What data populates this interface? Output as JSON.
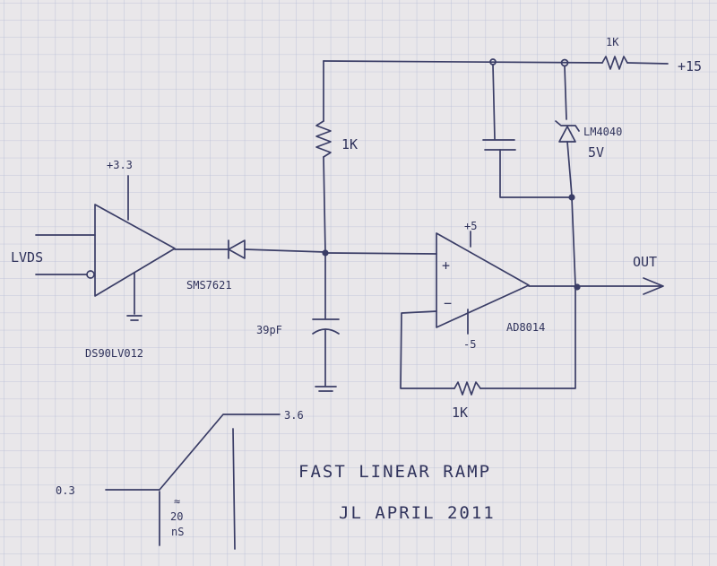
{
  "labels": {
    "lvds": "LVDS",
    "vcc_33": "+3.3",
    "receiver": "DS90LV012",
    "diode": "SMS7621",
    "cap_39": "39pF",
    "r_pullup": "1K",
    "r_top": "1K",
    "v_plus15": "+15",
    "zener": "LM4040",
    "zener_v": "5V",
    "opamp_vpos": "+5",
    "opamp_vneg": "-5",
    "opamp_plus": "+",
    "opamp_minus": "−",
    "opamp": "AD8014",
    "out": "OUT",
    "r_fb": "1K",
    "ramp_low": "0.3",
    "ramp_high": "3.6",
    "ramp_approx": "≈",
    "ramp_time_n": "20",
    "ramp_time_u": "nS",
    "title": "FAST LINEAR RAMP",
    "author": "JL  APRIL 2011"
  },
  "colors": {
    "ink": "#3a3d66",
    "paper": "#e9e7ea",
    "grid": "#b6bcd6"
  }
}
